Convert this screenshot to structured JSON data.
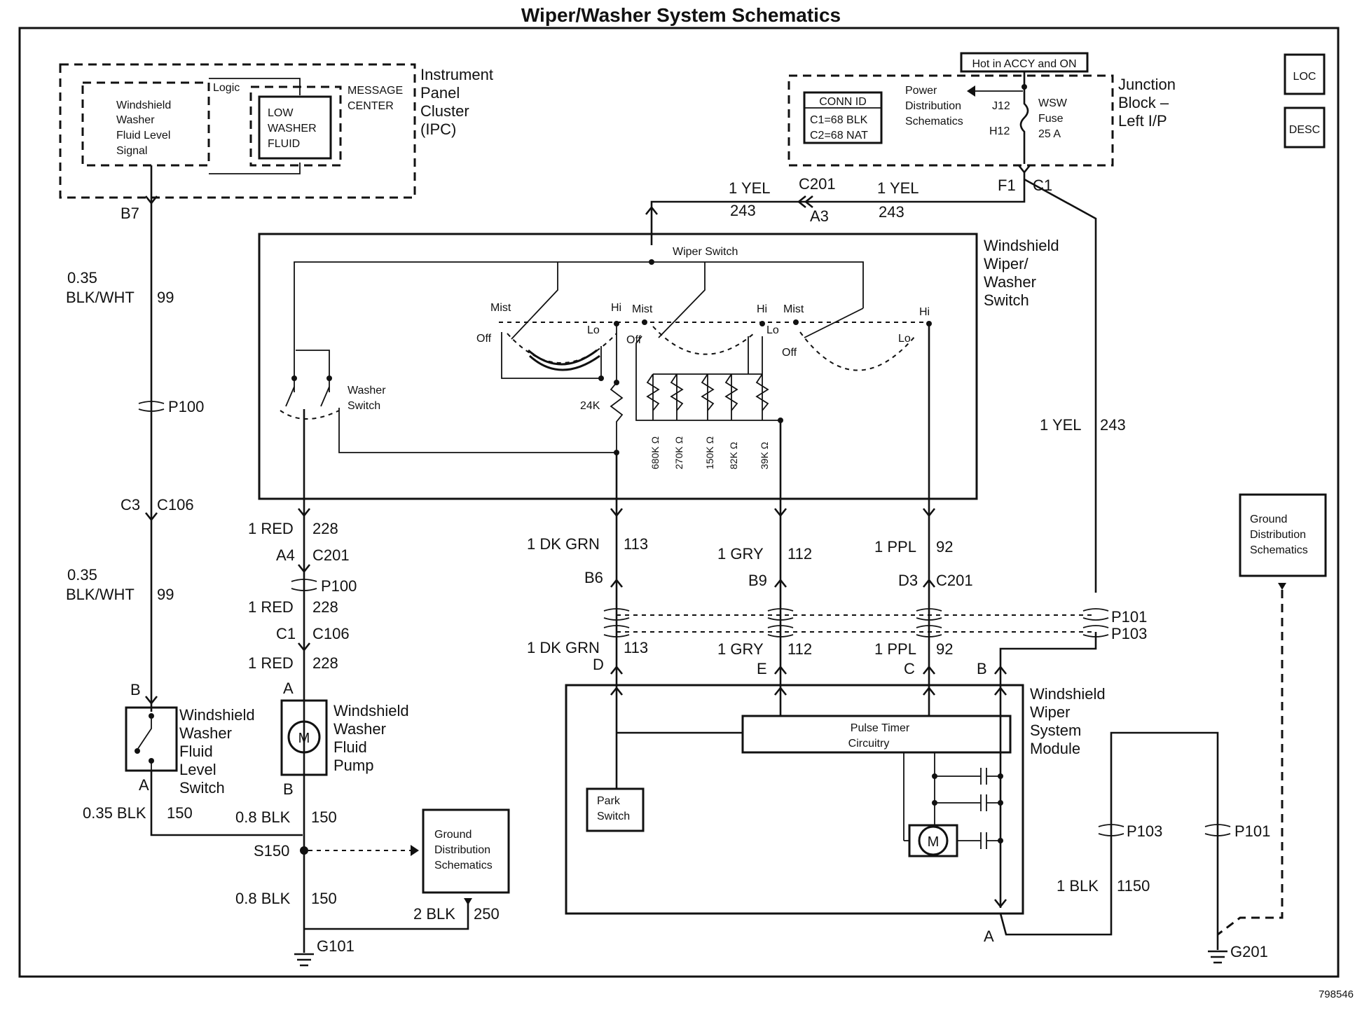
{
  "title": "Wiper/Washer System Schematics",
  "figure_number": "798546",
  "side_boxes": {
    "loc": "LOC",
    "desc": "DESC"
  },
  "ipc": {
    "name": [
      "Instrument",
      "Panel",
      "Cluster",
      "(IPC)"
    ],
    "signal_lines": [
      "Windshield",
      "Washer",
      "Fluid Level",
      "Signal"
    ],
    "logic": "Logic",
    "message_center": [
      "MESSAGE",
      "CENTER"
    ],
    "low_washer": [
      "LOW",
      "WASHER",
      "FLUID"
    ]
  },
  "junction_block": {
    "name": [
      "Junction",
      "Block –",
      "Left I/P"
    ],
    "hot_label": "Hot in ACCY and ON",
    "conn_id_title": "CONN ID",
    "conn_c1": "C1=68 BLK",
    "conn_c2": "C2=68 NAT",
    "power_dist": [
      "Power",
      "Distribution",
      "Schematics"
    ],
    "j12": "J12",
    "h12": "H12",
    "fuse": [
      "WSW",
      "Fuse",
      "25 A"
    ],
    "f1": "F1",
    "c1": "C1"
  },
  "top_wires": {
    "left_color": "1 YEL",
    "left_circuit": "243",
    "conn_c201": "C201",
    "conn_a3": "A3",
    "right_color": "1 YEL",
    "right_circuit": "243"
  },
  "switch": {
    "name": [
      "Windshield",
      "Wiper/",
      "Washer",
      "Switch"
    ],
    "wiper_switch": "Wiper Switch",
    "washer_switch": [
      "Washer",
      "Switch"
    ],
    "positions": {
      "mist": "Mist",
      "hi": "Hi",
      "lo": "Lo",
      "off": "Off"
    },
    "r24k": "24K",
    "resistors": [
      "680K Ω",
      "270K Ω",
      "150K Ω",
      "82K Ω",
      "39K Ω"
    ]
  },
  "left_column": {
    "b7": "B7",
    "w1_size": "0.35",
    "w1_color": "BLK/WHT",
    "w1_circuit": "99",
    "p100": "P100",
    "c3": "C3",
    "c106": "C106",
    "w2_size": "0.35",
    "w2_color": "BLK/WHT",
    "w2_circuit": "99",
    "pin_b": "B",
    "pin_a": "A",
    "level_switch": [
      "Windshield",
      "Washer",
      "Fluid",
      "Level",
      "Switch"
    ],
    "w3_color": "0.35 BLK",
    "w3_circuit": "150"
  },
  "pump_column": {
    "w1_color": "1 RED",
    "w1_circuit": "228",
    "a4": "A4",
    "c201": "C201",
    "p100": "P100",
    "w2_color": "1 RED",
    "w2_circuit": "228",
    "c1": "C1",
    "c106": "C106",
    "w3_color": "1 RED",
    "w3_circuit": "228",
    "pin_a": "A",
    "pin_b": "B",
    "motor": "M",
    "pump": [
      "Windshield",
      "Washer",
      "Fluid",
      "Pump"
    ],
    "w4_color": "0.8 BLK",
    "w4_circuit": "150",
    "s150": "S150",
    "w5_color": "0.8 BLK",
    "w5_circuit": "150",
    "g101": "G101",
    "ground_dist": [
      "Ground",
      "Distribution",
      "Schematics"
    ],
    "w6_color": "2 BLK",
    "w6_circuit": "250"
  },
  "middle_wires": {
    "grn_color": "1 DK GRN",
    "grn_circuit": "113",
    "gry_color": "1 GRY",
    "gry_circuit": "112",
    "ppl_color": "1 PPL",
    "ppl_circuit": "92",
    "b6": "B6",
    "b9": "B9",
    "d3": "D3",
    "c201": "C201",
    "p101": "P101",
    "p103": "P103",
    "grn2_color": "1 DK GRN",
    "grn2_circuit": "113",
    "gry2_color": "1 GRY",
    "gry2_circuit": "112",
    "ppl2_color": "1 PPL",
    "ppl2_circuit": "92",
    "pin_d": "D",
    "pin_e": "E",
    "pin_c": "C",
    "pin_b": "B"
  },
  "right_column": {
    "yel_color": "1 YEL",
    "yel_circuit": "243",
    "ground_dist": [
      "Ground",
      "Distribution",
      "Schematics"
    ],
    "p103": "P103",
    "p101": "P101",
    "blk_color": "1 BLK",
    "blk_circuit": "1150",
    "pin_a": "A",
    "g201": "G201"
  },
  "module": {
    "name": [
      "Windshield",
      "Wiper",
      "System",
      "Module"
    ],
    "pulse_timer": [
      "Pulse Timer",
      "Circuitry"
    ],
    "park_switch": [
      "Park",
      "Switch"
    ],
    "motor": "M"
  }
}
